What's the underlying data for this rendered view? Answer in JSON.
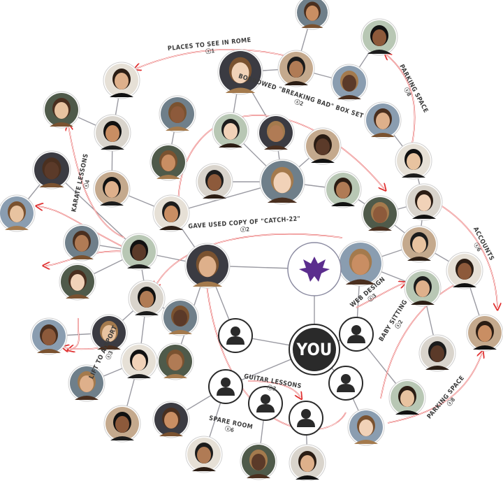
{
  "center": {
    "you_label": "YOU",
    "logo_icon": "purple-phoenix-icon"
  },
  "colors": {
    "edge": "#9a9aa2",
    "arrow": "#e03131",
    "logo": "#5b2d8e",
    "user_icon": "#2a2a2a"
  },
  "favors": [
    {
      "label": "PLACES TO SEE IN ROME",
      "count": "1"
    },
    {
      "label": "BORROWED \"BREAKING BAD\" BOX SET",
      "count": "2"
    },
    {
      "label": "PARKING SPACE",
      "count": "8"
    },
    {
      "label": "KARATE LESSONS",
      "count": "4"
    },
    {
      "label": "GAVE USED COPY OF \"CATCH-22\"",
      "count": "2"
    },
    {
      "label": "ACCOUNTS",
      "count": "6"
    },
    {
      "label": "WEB DESIGN",
      "count": "3"
    },
    {
      "label": "BABY SITTING",
      "count": "2"
    },
    {
      "label": "LIFT TO AIRPORT",
      "count": "3"
    },
    {
      "label": "GUITAR LESSONS",
      "count": "3"
    },
    {
      "label": "SPARE ROOM",
      "count": "6"
    },
    {
      "label": "PARKING SPACE",
      "count": "8"
    }
  ]
}
